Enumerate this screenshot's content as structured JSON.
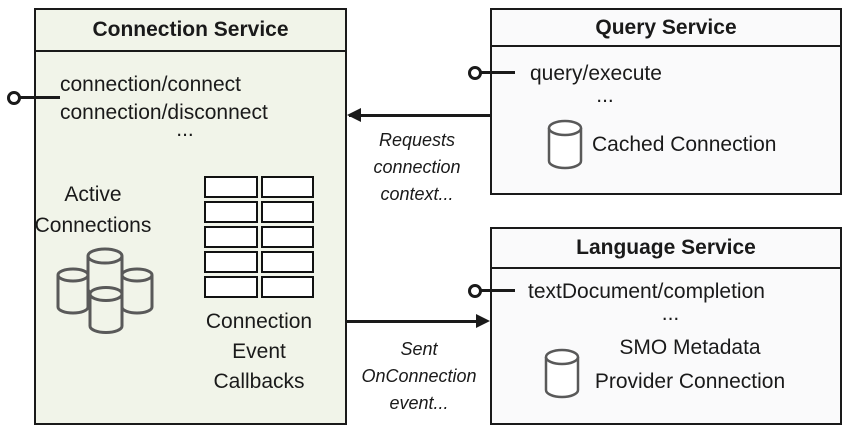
{
  "connection_service": {
    "title": "Connection Service",
    "methods": "connection/connect\nconnection/disconnect",
    "ellipsis": "...",
    "active_connections": "Active\nConnections",
    "callbacks": "Connection\nEvent\nCallbacks"
  },
  "query_service": {
    "title": "Query Service",
    "method": "query/execute",
    "ellipsis": "...",
    "cached_connection": "Cached Connection"
  },
  "language_service": {
    "title": "Language Service",
    "method": "textDocument/completion",
    "ellipsis": "...",
    "smo_connection": "SMO Metadata\nProvider Connection"
  },
  "arrows": {
    "requests_label": "Requests\nconnection\ncontext...",
    "sent_label": "Sent\nOnConnection\nevent..."
  },
  "colors": {
    "connection_box_fill": "#f1f4e9",
    "service_box_fill": "#fafafb",
    "line_stroke": "#1a1a1a",
    "icon_gray": "#595959",
    "cell_fill": "#ffffff"
  }
}
